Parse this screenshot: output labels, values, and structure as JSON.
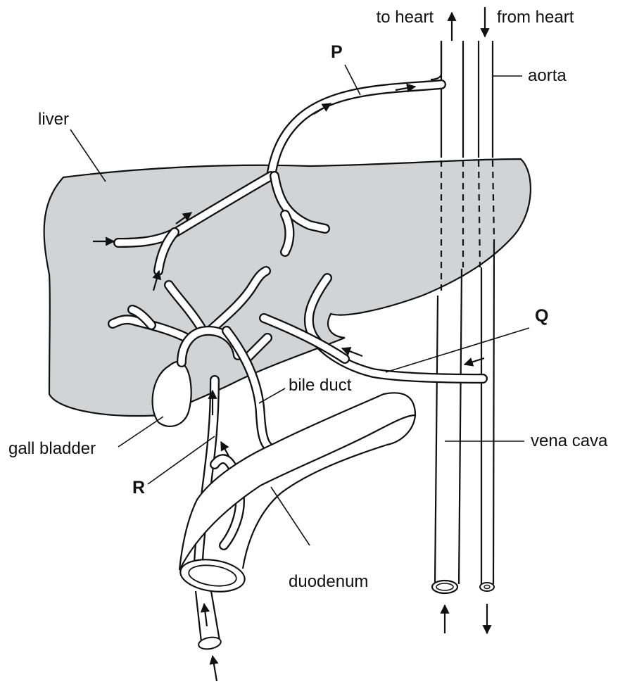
{
  "labels": {
    "to_heart": "to heart",
    "from_heart": "from heart",
    "aorta": "aorta",
    "P": "P",
    "liver": "liver",
    "Q": "Q",
    "bile_duct": "bile duct",
    "gall_bladder": "gall bladder",
    "vena_cava": "vena cava",
    "R": "R",
    "duodenum": "duodenum"
  },
  "colors": {
    "liver_fill": "#d2d3d5",
    "stroke": "#111111",
    "vessel_fill": "#ffffff"
  }
}
